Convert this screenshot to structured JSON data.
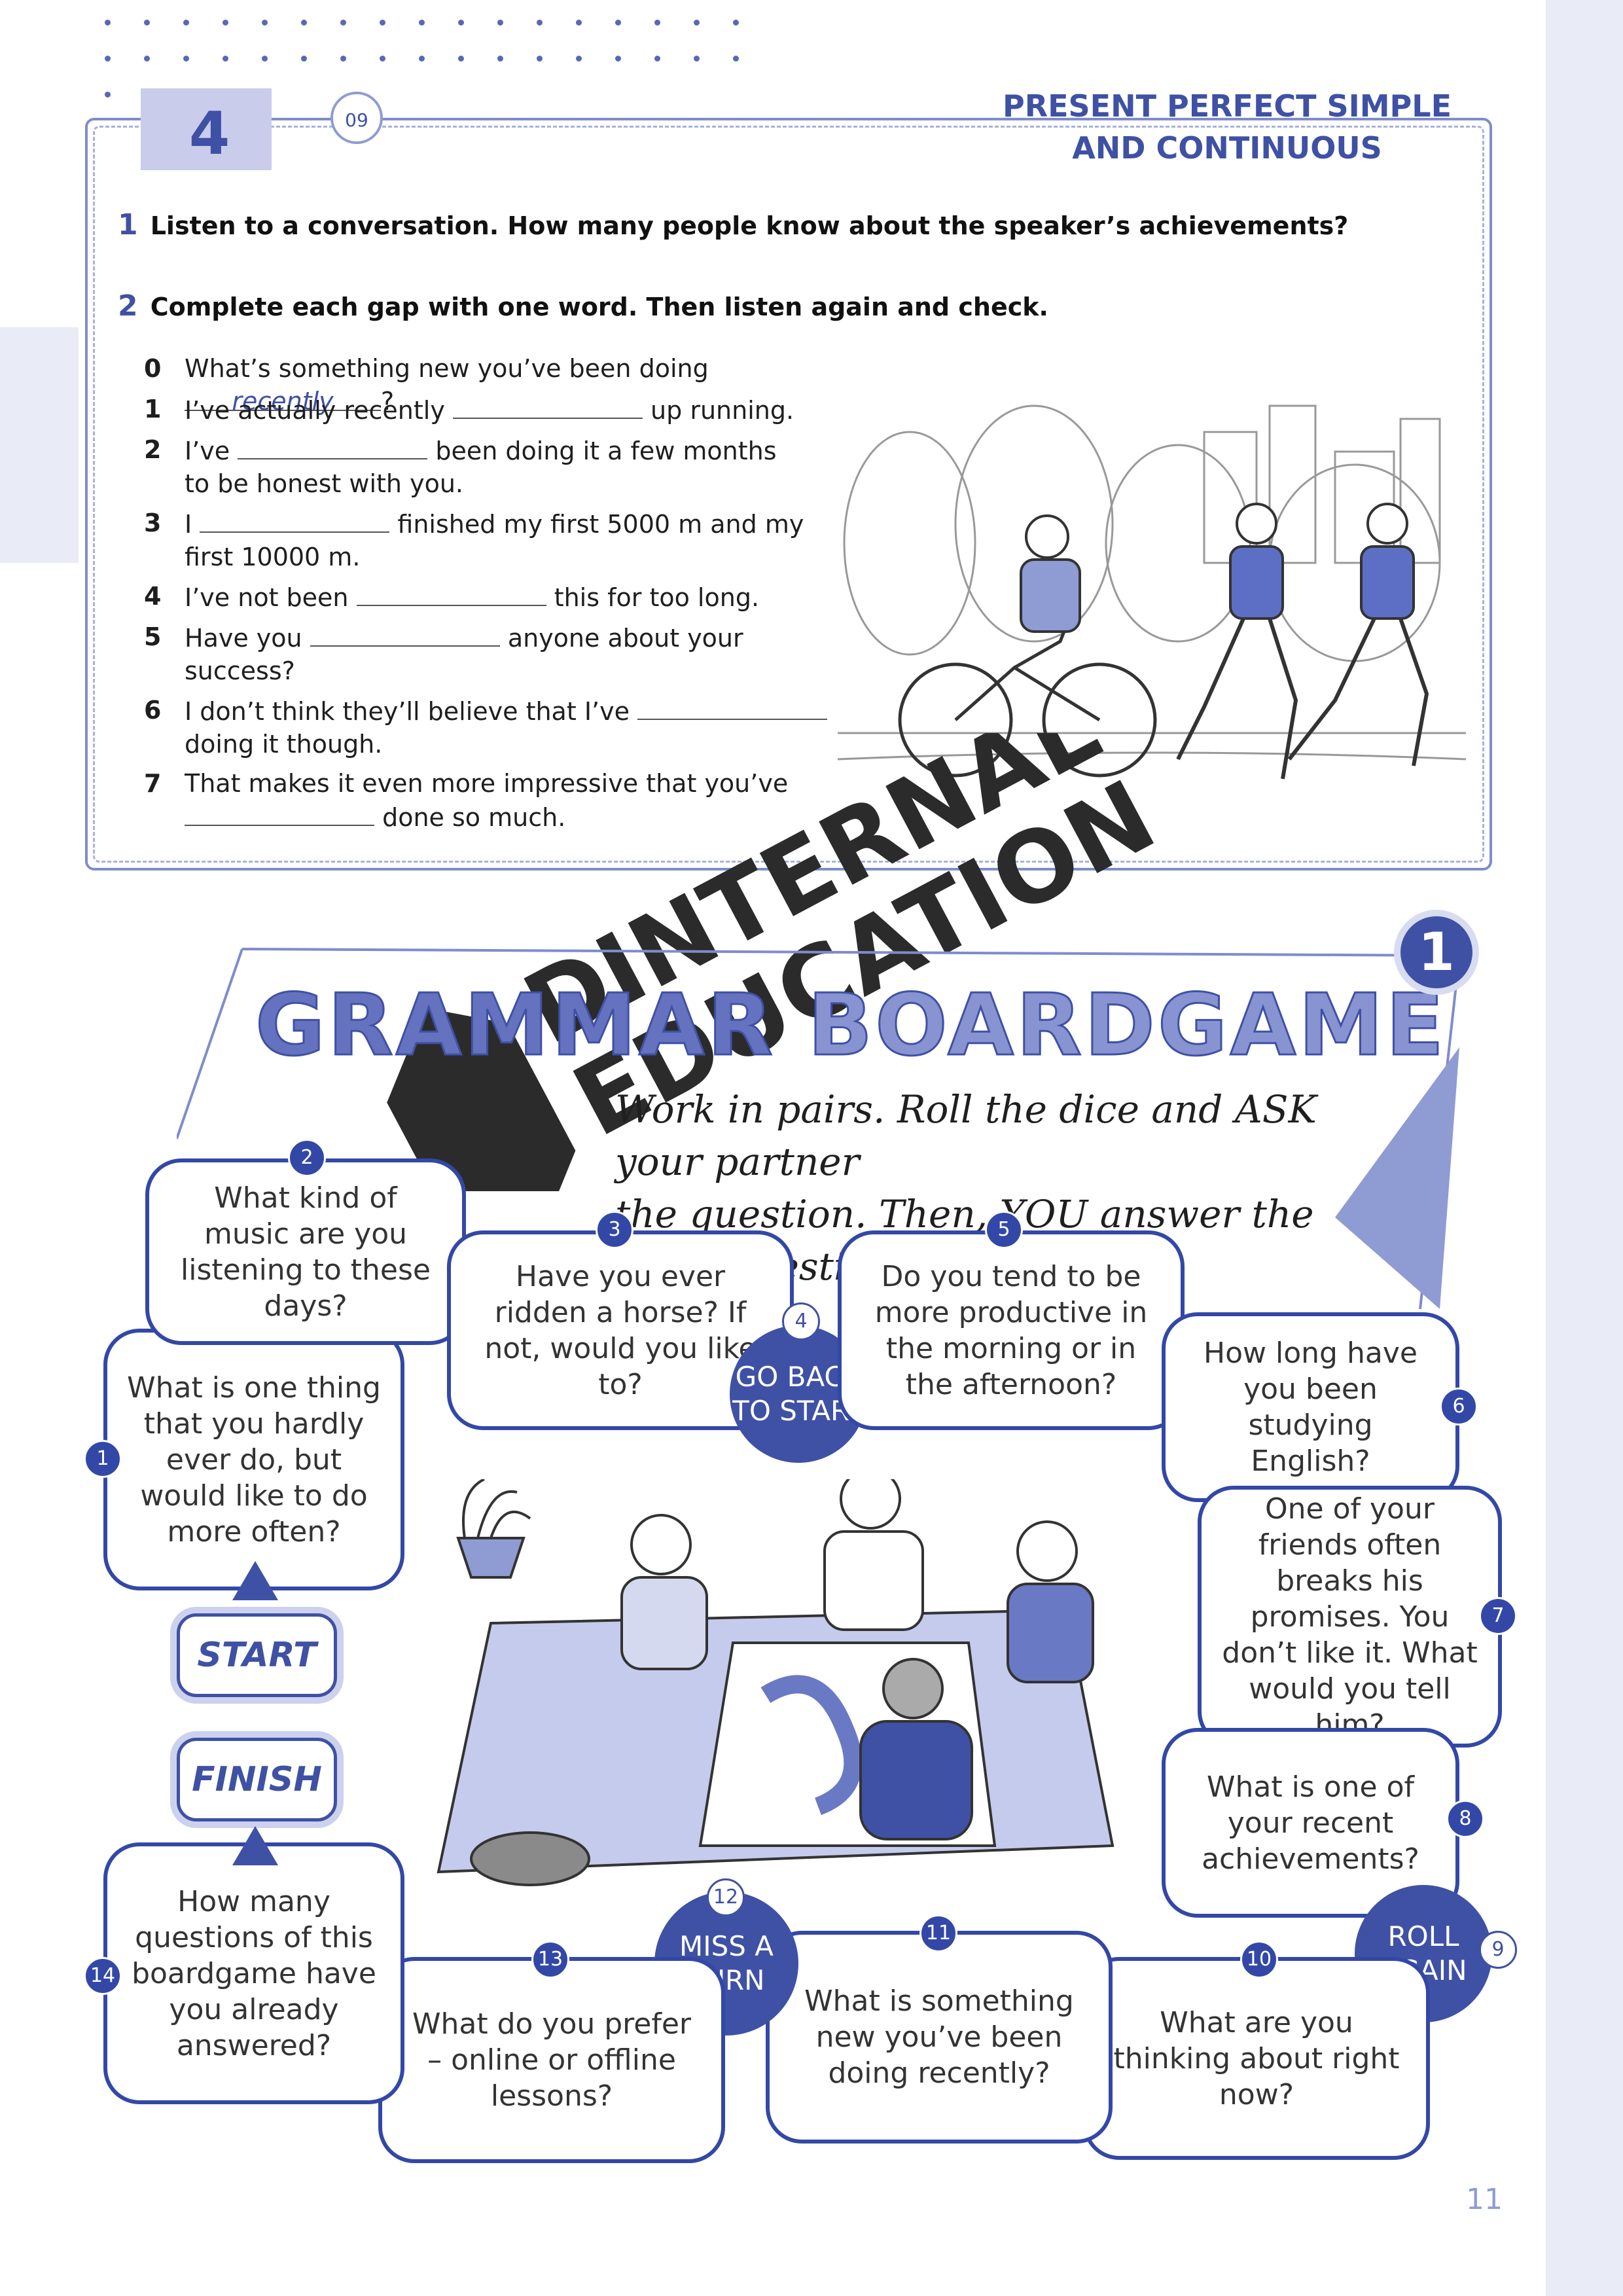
{
  "header": {
    "unit_number": "4",
    "track": "09",
    "title_line1": "PRESENT PERFECT SIMPLE",
    "title_line2": "AND CONTINUOUS"
  },
  "exercises": [
    {
      "num": "1",
      "text": "Listen to a conversation. How many people know about the speaker’s achievements?"
    },
    {
      "num": "2",
      "text": "Complete each gap with one word. Then listen again and check."
    }
  ],
  "items": [
    {
      "n": "0",
      "before": "What’s something new you’ve been doing",
      "answer": "recently",
      "after": "?"
    },
    {
      "n": "1",
      "before": "I’ve actually recently",
      "after": "up running."
    },
    {
      "n": "2",
      "before": "I’ve",
      "after": "been doing it a few months",
      "line2": "to be honest with you."
    },
    {
      "n": "3",
      "before": "I",
      "after": "finished my first 5000 m and my",
      "line2": "first 10000 m."
    },
    {
      "n": "4",
      "before": "I’ve not been",
      "after": "this for too long."
    },
    {
      "n": "5",
      "before": "Have you",
      "after": "anyone about your",
      "line2": "success?"
    },
    {
      "n": "6",
      "before": "I don’t think they’ll believe that I’ve",
      "after": "",
      "line2": "doing it though."
    },
    {
      "n": "7",
      "before": "That makes it even more impressive that you’ve",
      "after": "",
      "line2_after": "done so much."
    }
  ],
  "watermark": {
    "line1": "DINTERNAL",
    "line2": "EDUCATION"
  },
  "boardgame": {
    "title_part1": "GRAMMAR",
    "title_part2": "BOARDGAME",
    "badge": "1",
    "instructions_line1": "Work in pairs. Roll the dice and ASK your partner",
    "instructions_line2": "the question. Then, YOU answer the same question!",
    "start": "START",
    "finish": "FINISH",
    "squares": [
      {
        "n": "1",
        "text": "What is one thing that you hardly ever do, but would like to do more often?"
      },
      {
        "n": "2",
        "text": "What kind of music are you listening to these days?"
      },
      {
        "n": "3",
        "text": "Have you ever ridden a horse? If not, would you like to?"
      },
      {
        "n": "4",
        "text": "GO BACK TO START"
      },
      {
        "n": "5",
        "text": "Do you tend to be more productive in the morning or in the afternoon?"
      },
      {
        "n": "6",
        "text": "How long have you been studying English?"
      },
      {
        "n": "7",
        "text": "One of your friends often breaks his promises. You don’t like it. What would you tell him?"
      },
      {
        "n": "8",
        "text": "What is one of your recent achievements?"
      },
      {
        "n": "9",
        "text": "ROLL AGAIN"
      },
      {
        "n": "10",
        "text": "What are you thinking about right now?"
      },
      {
        "n": "11",
        "text": "What is something new you’ve been doing recently?"
      },
      {
        "n": "12",
        "text": "MISS A TURN"
      },
      {
        "n": "13",
        "text": "What do you prefer – online or offline lessons?"
      },
      {
        "n": "14",
        "text": "How many questions of this boardgame have you already answered?"
      }
    ]
  },
  "page_number": "11",
  "colors": {
    "accent": "#3f51a4",
    "light_accent": "#8f9bd3",
    "tint": "#e9ebf6"
  }
}
